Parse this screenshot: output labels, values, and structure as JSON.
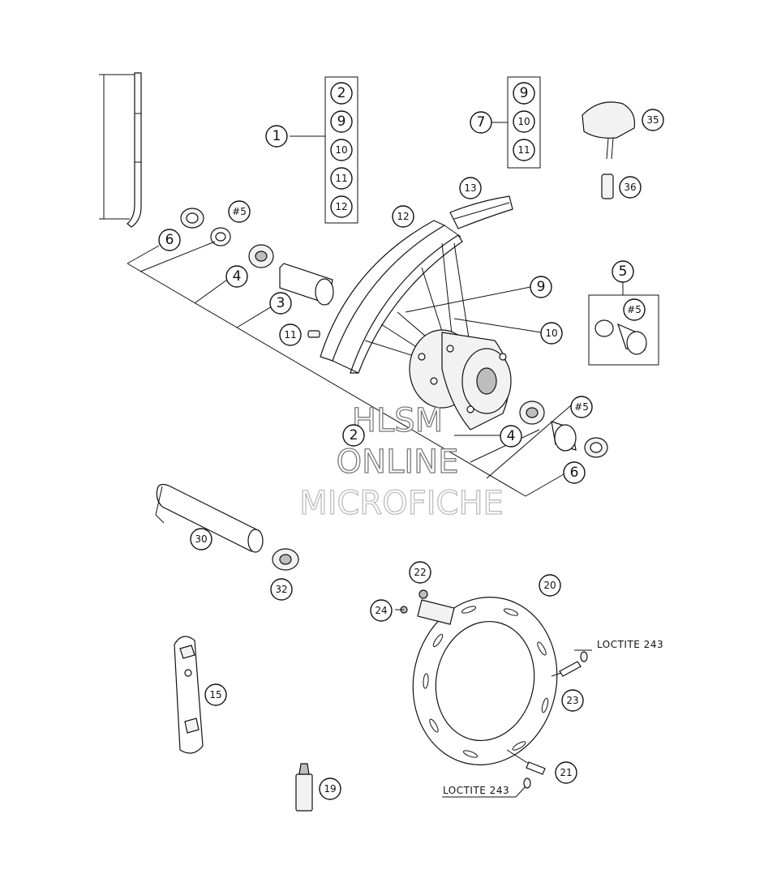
{
  "callouts": {
    "c1": "1",
    "c2a": "2",
    "c9a": "9",
    "c10a": "10",
    "c11a": "11",
    "c12a": "12",
    "c7": "7",
    "c9b": "9",
    "c10b": "10",
    "c11b": "11",
    "c35": "35",
    "c36": "36",
    "c13": "13",
    "c12b": "12",
    "c6a": "6",
    "c5a": "#5",
    "c4a": "4",
    "c3": "3",
    "c11c": "11",
    "c9c": "9",
    "c10c": "10",
    "c5": "5",
    "c5b": "#5",
    "c2b": "2",
    "c4b": "4",
    "c5c": "#5",
    "c6b": "6",
    "c30": "30",
    "c32": "32",
    "c22": "22",
    "c20": "20",
    "c24": "24",
    "c23": "23",
    "c21": "21",
    "c15": "15",
    "c19": "19"
  },
  "labels": {
    "loctite_top": "LOCTITE 243",
    "loctite_bottom": "LOCTITE 243"
  },
  "watermark": {
    "line1": "HLSM",
    "line2": "ONLINE",
    "line3": "MICROFICHE"
  }
}
